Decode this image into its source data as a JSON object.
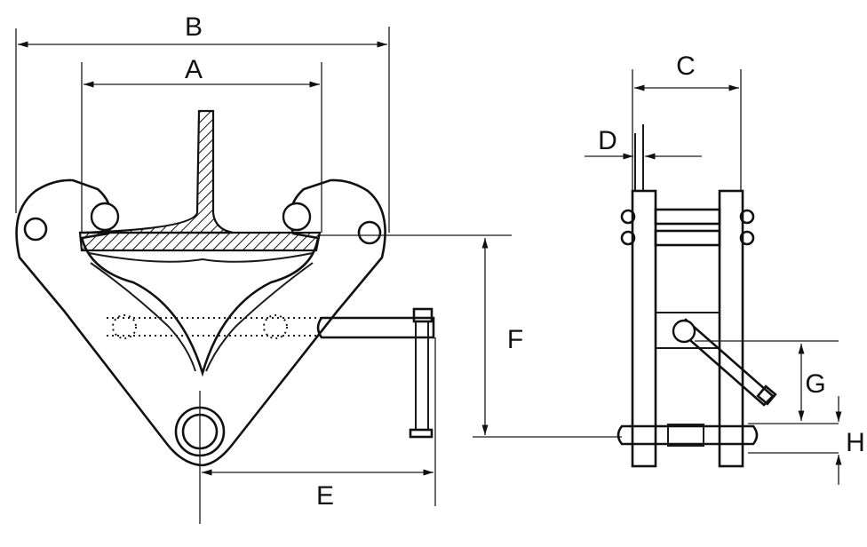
{
  "dimension_labels": {
    "A": "A",
    "B": "B",
    "C": "C",
    "D": "D",
    "E": "E",
    "F": "F",
    "G": "G",
    "H": "H"
  }
}
